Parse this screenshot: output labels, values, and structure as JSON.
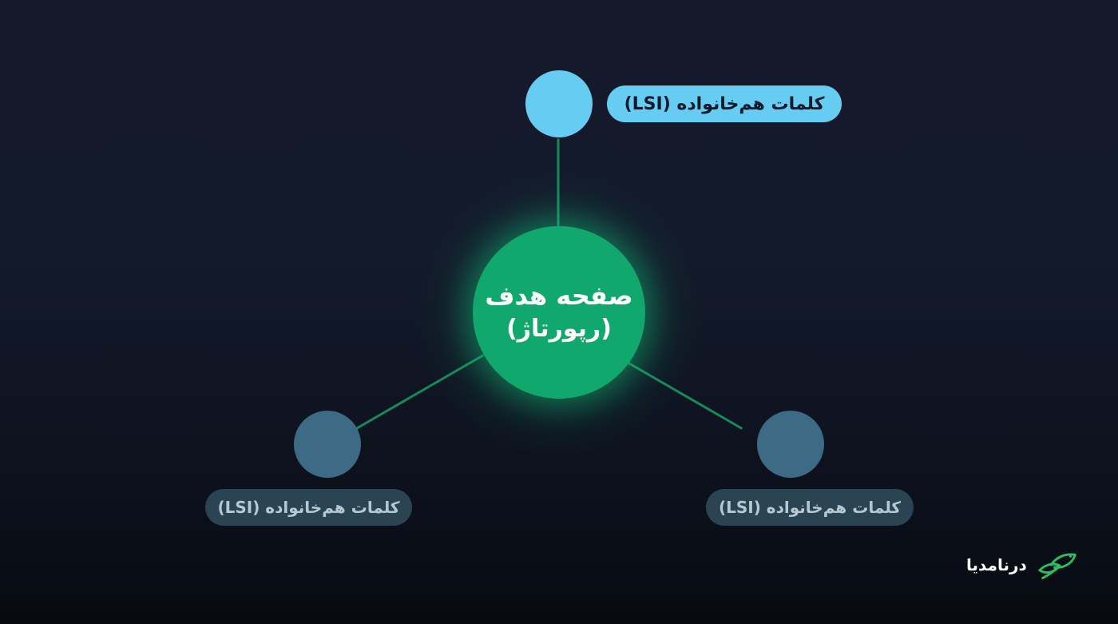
{
  "diagram": {
    "center": {
      "line1": "صفحه هدف",
      "line2": "(رپورتاژ)"
    },
    "nodes": [
      {
        "label": "کلمات هم‌خانواده (LSI)"
      },
      {
        "label": "کلمات هم‌خانواده (LSI)"
      },
      {
        "label": "کلمات هم‌خانواده (LSI)"
      }
    ]
  },
  "brand": {
    "name": "درنامدیا",
    "logo_icon": "leaf-bird-icon"
  },
  "colors": {
    "background": "#131a2b",
    "center_node": "#10a86c",
    "connector": "#178a5a",
    "active_node": "#66ccf2",
    "inactive_node": "#3d6a84",
    "inactive_pill": "#2a4453",
    "logo_green": "#2bbf5f"
  }
}
